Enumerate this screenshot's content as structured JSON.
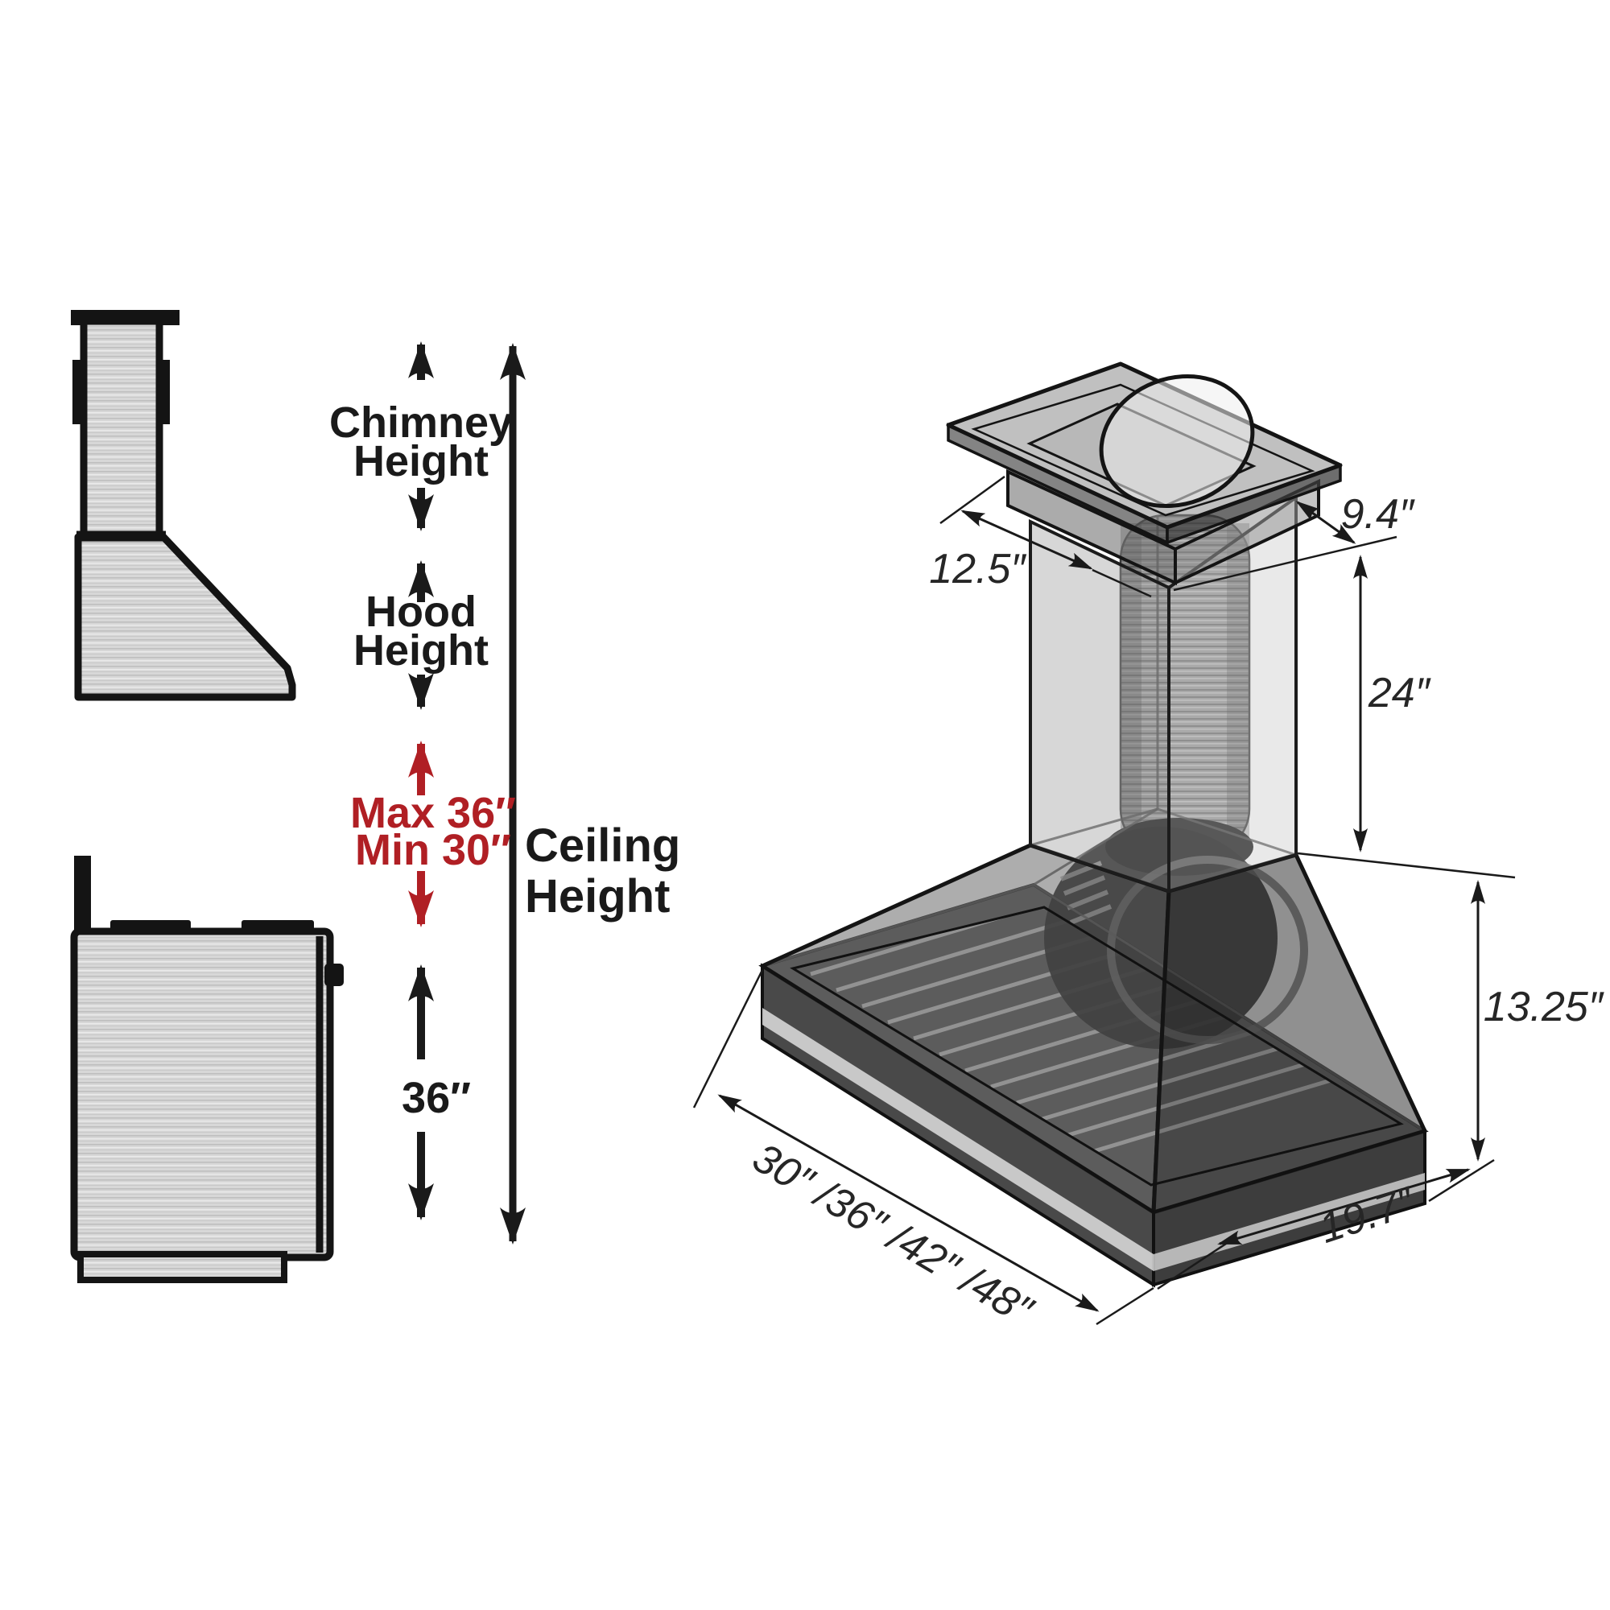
{
  "left_diagram": {
    "description": "side view of wall range hood above a range with vertical clearance measures",
    "measures": [
      {
        "id": "chimney-height",
        "lines": [
          "Chimney",
          "Height"
        ],
        "color": "#1a1a1a"
      },
      {
        "id": "hood-height",
        "lines": [
          "Hood",
          "Height"
        ],
        "color": "#1a1a1a"
      },
      {
        "id": "mount-clearance",
        "lines": [
          "Max 36″",
          "Min 30″"
        ],
        "color": "#b01f24"
      },
      {
        "id": "range-height",
        "lines": [
          "36″"
        ],
        "color": "#1a1a1a"
      },
      {
        "id": "ceiling-height",
        "lines": [
          "Ceiling",
          "Height"
        ],
        "color": "#1a1a1a"
      }
    ]
  },
  "right_diagram": {
    "description": "isometric 3D drawing of ducted island range hood with dimension callouts",
    "dimensions": {
      "top_plate_depth": "12.5″",
      "top_plate_width": "9.4″",
      "chimney_height": "24″",
      "hood_body_height": "13.25″",
      "hood_width_options": "30″ /36″ /42″ /48″",
      "hood_depth": "19.7″"
    }
  },
  "colors": {
    "accent_red": "#b01f24",
    "line_black": "#1a1a1a",
    "steel_light": "#d6d6d6",
    "glass_gray": "#6e6e6e"
  }
}
